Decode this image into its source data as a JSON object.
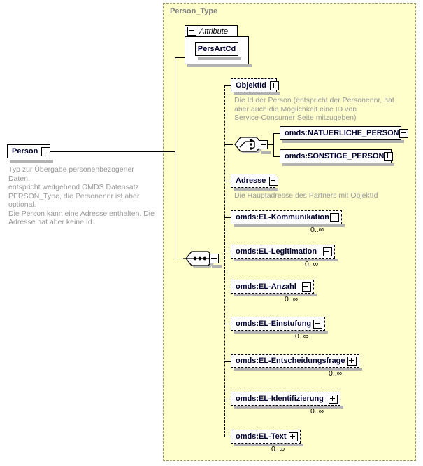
{
  "diagram": {
    "type": "xml-schema-tree",
    "root_element": {
      "name": "Person",
      "toggle": "minus",
      "annotation": "Typ zur Übergabe personenbezogener Daten,\nentspricht weitgehend OMDS Datensatz\nPERSON_Type, die Personennr ist aber optional.\nDie Person kann eine Adresse enthalten. Die\nAdresse hat aber keine Id."
    },
    "type_container": {
      "title": "Person_Type",
      "background": "#ffffcc",
      "border_color": "#999966"
    },
    "attribute_group": {
      "label": "Attribute",
      "toggle": "minus",
      "attributes": [
        {
          "name": "PersArtCd"
        }
      ]
    },
    "compositors": [
      {
        "name": "sequence-compositor",
        "kind": "sequence"
      },
      {
        "name": "choice-compositor",
        "kind": "choice",
        "toggle": "minus"
      }
    ],
    "nodes": [
      {
        "name": "ObjektId",
        "optional": true,
        "toggle": "plus",
        "cardinality": "",
        "annotation": "Die Id der Person (entspricht der Personennr, hat\naber auch die Möglichkeit eine ID von\nService-Consumer Seite mitzugeben)"
      },
      {
        "name": "omds:NATUERLICHE_PERSON",
        "optional": false,
        "toggle": "plus",
        "cardinality": "",
        "annotation": ""
      },
      {
        "name": "omds:SONSTIGE_PERSON",
        "optional": false,
        "toggle": "plus",
        "cardinality": "",
        "annotation": ""
      },
      {
        "name": "Adresse",
        "optional": true,
        "toggle": "plus",
        "cardinality": "",
        "annotation": "Die Hauptadresse des Partners mit ObjektId"
      },
      {
        "name": "omds:EL-Kommunikation",
        "optional": true,
        "toggle": "plus",
        "cardinality": "0..∞",
        "annotation": ""
      },
      {
        "name": "omds:EL-Legitimation",
        "optional": true,
        "toggle": "plus",
        "cardinality": "0..∞",
        "annotation": ""
      },
      {
        "name": "omds:EL-Anzahl",
        "optional": true,
        "toggle": "plus",
        "cardinality": "0..∞",
        "annotation": ""
      },
      {
        "name": "omds:EL-Einstufung",
        "optional": true,
        "toggle": "plus",
        "cardinality": "0..∞",
        "annotation": ""
      },
      {
        "name": "omds:EL-Entscheidungsfrage",
        "optional": true,
        "toggle": "plus",
        "cardinality": "0..∞",
        "annotation": ""
      },
      {
        "name": "omds:EL-Identifizierung",
        "optional": true,
        "toggle": "plus",
        "cardinality": "0..∞",
        "annotation": ""
      },
      {
        "name": "omds:EL-Text",
        "optional": true,
        "toggle": "plus",
        "cardinality": "0..∞",
        "annotation": ""
      }
    ]
  }
}
